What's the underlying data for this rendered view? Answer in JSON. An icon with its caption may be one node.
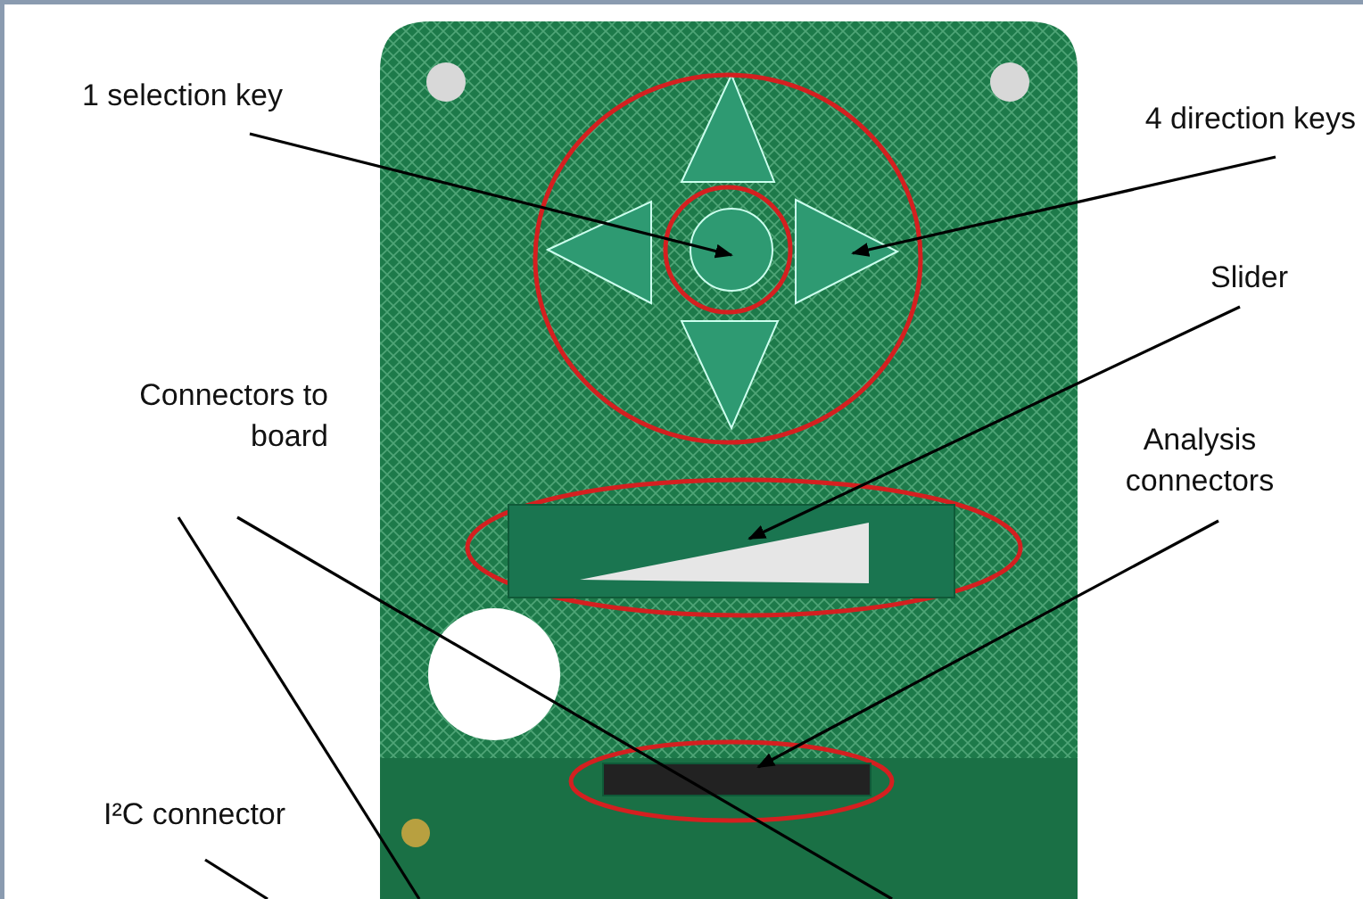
{
  "diagram": {
    "nodes": [
      {
        "text": [
          "1 selection key"
        ]
      },
      {
        "text": [],
        "shape": "circle"
      },
      {
        "text": [
          "4 direction keys"
        ]
      },
      {
        "text": [],
        "shape": "triangle"
      },
      {
        "text": [
          "Slider"
        ]
      },
      {
        "text": [],
        "shape": "bar"
      },
      {
        "text": [
          "Analysis connectors"
        ]
      },
      {
        "text": [],
        "shape": "bar"
      },
      {
        "text": [
          "Connectors to board"
        ]
      },
      {
        "text": [
          "I²C connector"
        ]
      }
    ],
    "edges": [
      {
        "from": 0,
        "to": 1,
        "arrow": "to"
      },
      {
        "from": 2,
        "to": 3,
        "arrow": "to"
      },
      {
        "from": 4,
        "to": 5,
        "arrow": "to"
      },
      {
        "from": 6,
        "to": 7,
        "arrow": "to"
      },
      {
        "from": 8,
        "to": null,
        "arrow": "none"
      },
      {
        "from": 8,
        "to": null,
        "arrow": "none"
      },
      {
        "from": 9,
        "to": null,
        "arrow": "none"
      }
    ]
  }
}
